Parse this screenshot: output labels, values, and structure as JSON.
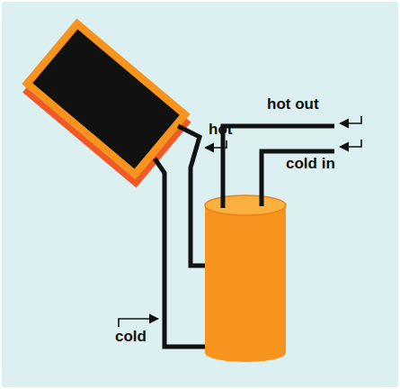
{
  "diagram": {
    "labels": [
      "hot",
      "hot out",
      "cold in",
      "cold"
    ]
  }
}
